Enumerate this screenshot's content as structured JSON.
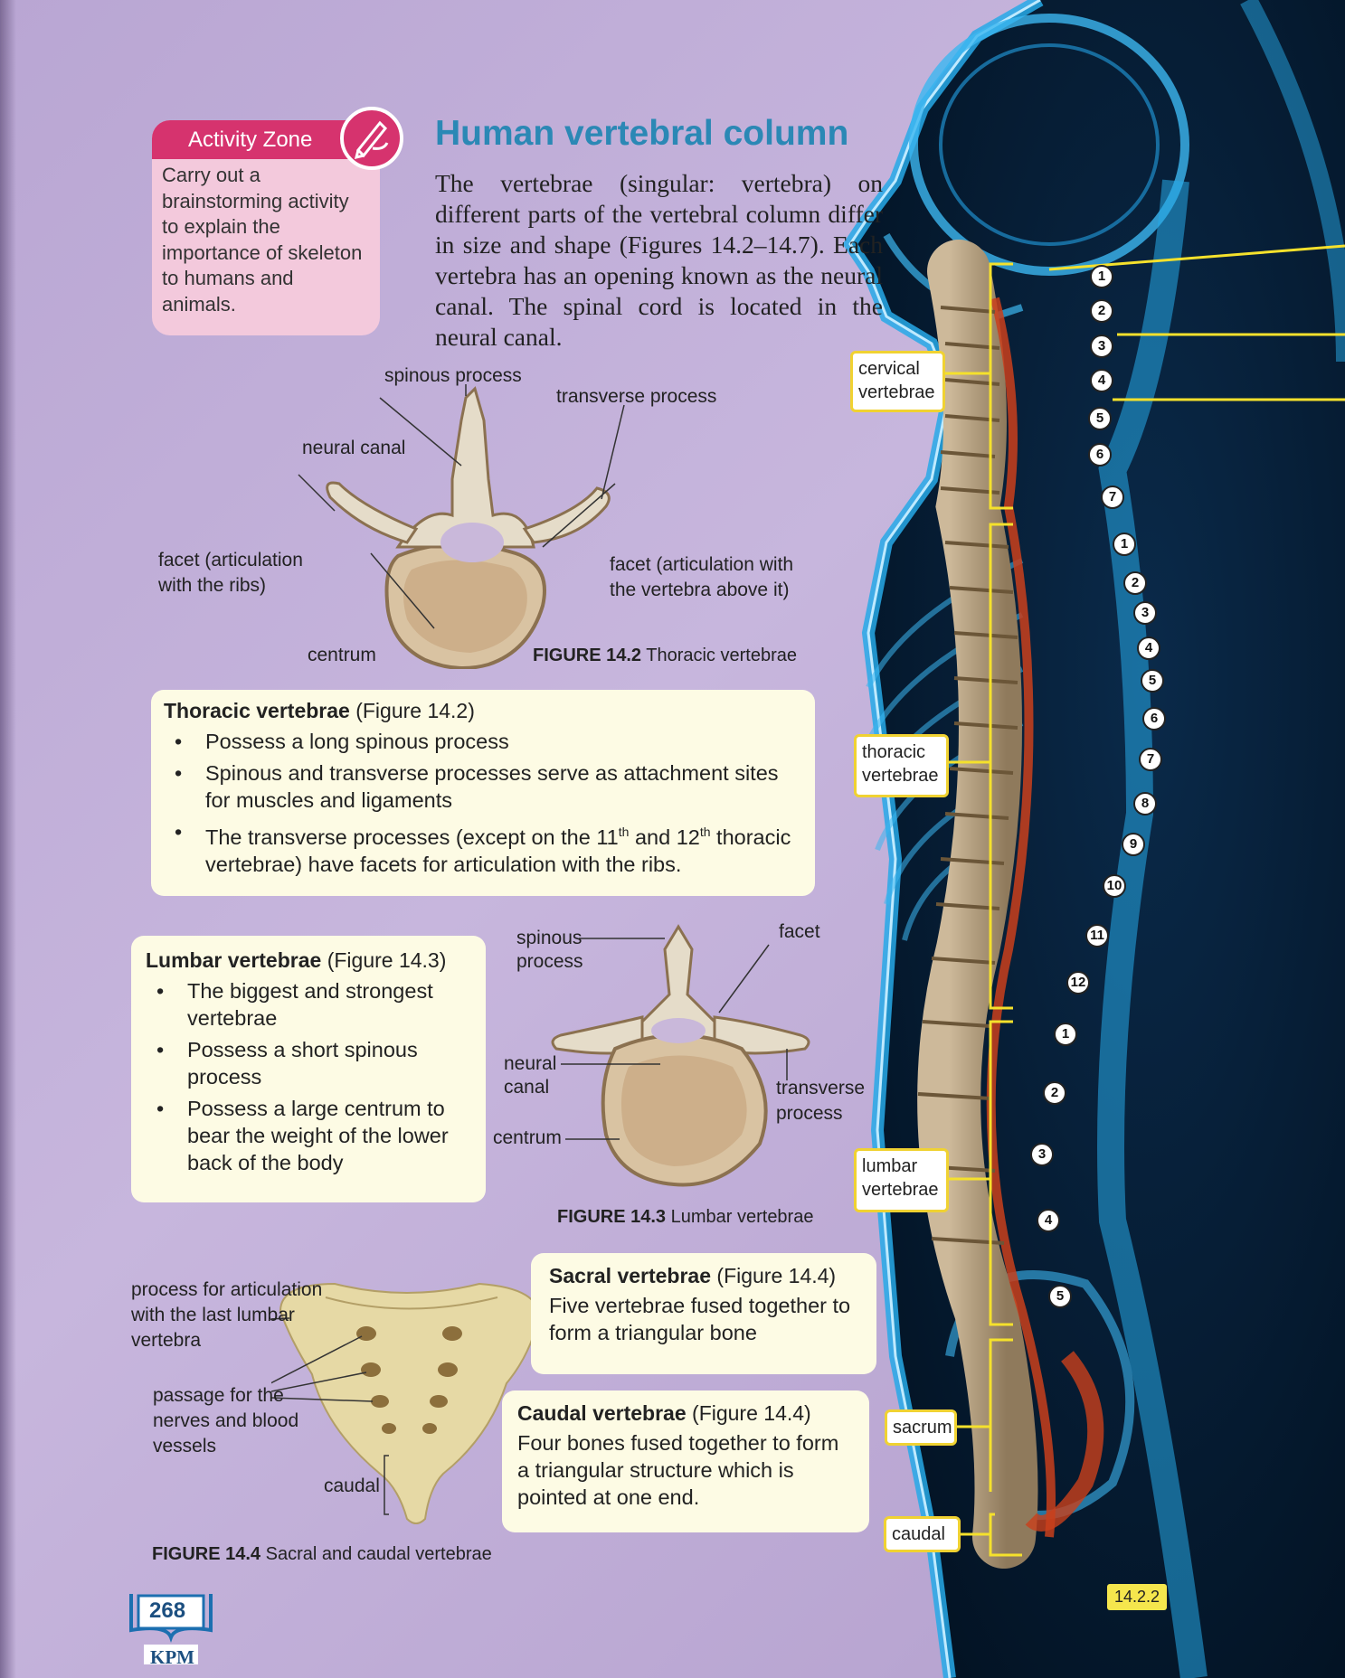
{
  "activity_zone": {
    "heading": "Activity Zone",
    "text": "Carry out a brainstorming activity to explain the importance of skeleton to humans and animals.",
    "icon": "pencil-hand-icon"
  },
  "title": "Human vertebral column",
  "intro": "The vertebrae (singular: vertebra) on different parts of the vertebral column differ in size and shape (Figures 14.2–14.7). Each vertebra has an opening known as the neural canal. The spinal cord is located in the neural canal.",
  "figure_14_2": {
    "labels": {
      "spinous": "spinous process",
      "transverse": "transverse process",
      "neural_canal": "neural canal",
      "facet_ribs_1": "facet (articulation",
      "facet_ribs_2": "with the ribs)",
      "facet_above_1": "facet (articulation with",
      "facet_above_2": "the vertebra above it)",
      "centrum": "centrum"
    },
    "caption_num": "FIGURE 14.2",
    "caption_text": " Thoracic vertebrae"
  },
  "thoracic_card": {
    "title": "Thoracic vertebrae",
    "ref": " (Figure 14.2)",
    "items": [
      "Possess a long spinous process",
      "Spinous and transverse processes serve as attachment sites for muscles and ligaments"
    ],
    "item3_a": "The transverse processes (except on the 11",
    "item3_sup1": "th",
    "item3_b": " and 12",
    "item3_sup2": "th",
    "item3_c": " thoracic vertebrae) have facets for articulation with the ribs."
  },
  "lumbar_card": {
    "title": "Lumbar vertebrae",
    "ref": " (Figure 14.3)",
    "items": [
      "The biggest and strongest vertebrae",
      "Possess a short spinous process",
      "Possess a large centrum to bear the weight of the lower back of the body"
    ]
  },
  "figure_14_3": {
    "labels": {
      "spinous_1": "spinous",
      "spinous_2": "process",
      "facet": "facet",
      "neural_1": "neural",
      "neural_2": "canal",
      "transverse_1": "transverse",
      "transverse_2": "process",
      "centrum": "centrum"
    },
    "caption_num": "FIGURE 14.3",
    "caption_text": " Lumbar vertebrae"
  },
  "sacral_card": {
    "title": "Sacral vertebrae",
    "ref": " (Figure 14.4)",
    "text": "Five vertebrae fused together to form a triangular bone"
  },
  "caudal_card": {
    "title": "Caudal vertebrae",
    "ref": " (Figure 14.4)",
    "text": "Four bones fused together to form a triangular structure which is pointed at one end."
  },
  "figure_14_4": {
    "labels": {
      "process_1": "process for articulation",
      "process_2": "with the last lumbar",
      "process_3": "vertebra",
      "passage_1": "passage for the",
      "passage_2": "nerves and blood",
      "passage_3": "vessels",
      "caudal": "caudal"
    },
    "caption_num": "FIGURE 14.4",
    "caption_text": " Sacral and caudal vertebrae"
  },
  "body_tags": {
    "cervical_1": "cervical",
    "cervical_2": "vertebrae",
    "thoracic_1": "thoracic",
    "thoracic_2": "vertebrae",
    "lumbar_1": "lumbar",
    "lumbar_2": "vertebrae",
    "sacrum": "sacrum",
    "caudal": "caudal"
  },
  "vertebra_numbers": {
    "cervical": [
      "1",
      "2",
      "3",
      "4",
      "5",
      "6",
      "7"
    ],
    "thoracic": [
      "1",
      "2",
      "3",
      "4",
      "5",
      "6",
      "7",
      "8",
      "9",
      "10",
      "11",
      "12"
    ],
    "lumbar": [
      "1",
      "2",
      "3",
      "4",
      "5"
    ]
  },
  "page_number": "268",
  "publisher": "KPM",
  "section": "14.2.2",
  "colors": {
    "title": "#2b88b5",
    "activity": "#d6336e",
    "card": "#fdfbe4",
    "tag_border": "#f0d232",
    "xray": "#27a9e8"
  }
}
